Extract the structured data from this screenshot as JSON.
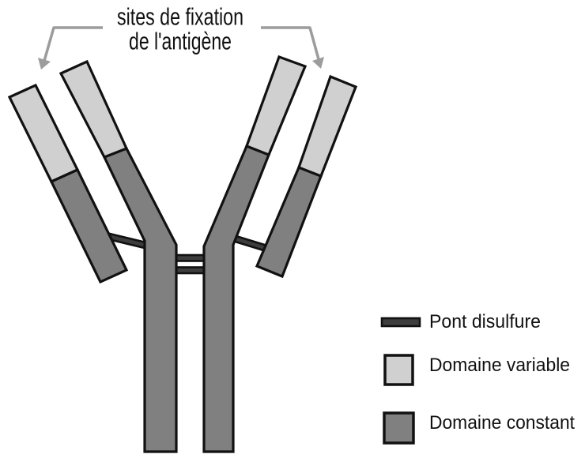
{
  "figure": {
    "title_line1": "sites de fixation",
    "title_line2": "de l'antigène"
  },
  "legend": {
    "items": [
      {
        "label": "Pont disulfure"
      },
      {
        "label": "Domaine variable"
      },
      {
        "label": "Domaine constant"
      }
    ]
  },
  "colors": {
    "variable": "#d0d0d0",
    "constant": "#808080",
    "bond": "#3d3d3d",
    "outline": "#111111",
    "arrow": "#9c9c9c",
    "text": "#111111",
    "background": "#ffffff"
  }
}
